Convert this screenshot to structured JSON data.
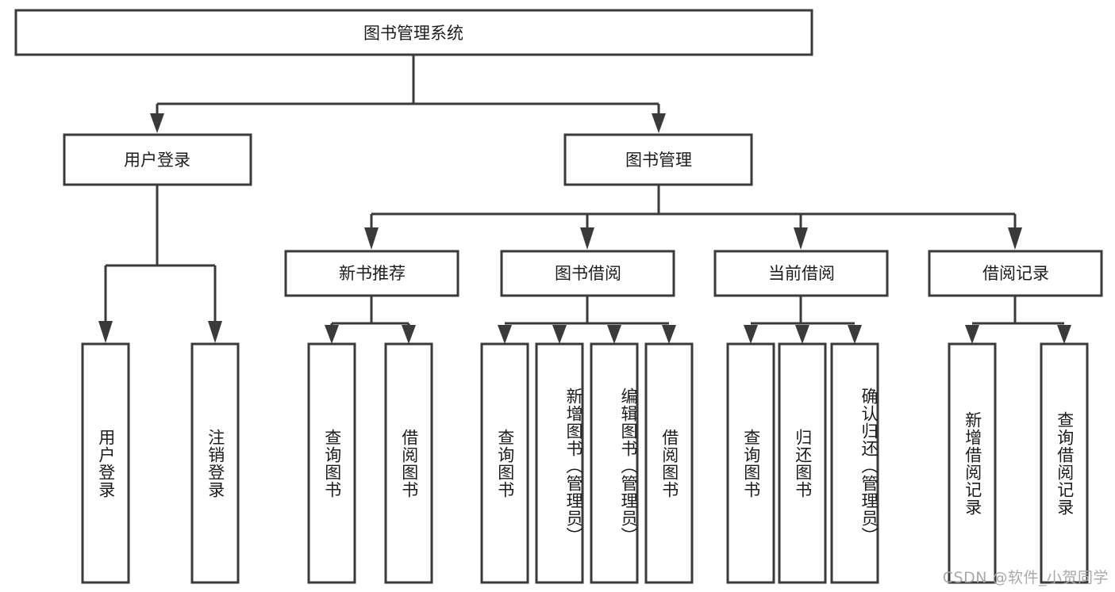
{
  "diagram": {
    "title": "图书管理系统",
    "type": "hierarchy-tree",
    "colors": {
      "stroke": "#3a3a3a",
      "box_fill": "#ffffff",
      "text": "#1c1c1c",
      "background": "#ffffff",
      "watermark": "#a9a9a9"
    },
    "root": {
      "label": "图书管理系统",
      "orientation": "horizontal"
    },
    "level2": [
      {
        "id": "user-login",
        "label": "用户登录",
        "orientation": "horizontal"
      },
      {
        "id": "book-manage",
        "label": "图书管理",
        "orientation": "horizontal"
      }
    ],
    "level3": [
      {
        "id": "new-book-recommend",
        "label": "新书推荐",
        "orientation": "horizontal",
        "parent": "book-manage"
      },
      {
        "id": "book-borrow",
        "label": "图书借阅",
        "orientation": "horizontal",
        "parent": "book-manage"
      },
      {
        "id": "current-borrow",
        "label": "当前借阅",
        "orientation": "horizontal",
        "parent": "book-manage"
      },
      {
        "id": "borrow-record",
        "label": "借阅记录",
        "orientation": "horizontal",
        "parent": "book-manage"
      }
    ],
    "leaves": {
      "user-login": [
        {
          "id": "leaf-user-login",
          "label": "用户登录",
          "orientation": "vertical"
        },
        {
          "id": "leaf-logout",
          "label": "注销登录",
          "orientation": "vertical"
        }
      ],
      "new-book-recommend": [
        {
          "id": "leaf-query-book-1",
          "label": "查询图书",
          "orientation": "vertical"
        },
        {
          "id": "leaf-borrow-book-1",
          "label": "借阅图书",
          "orientation": "vertical"
        }
      ],
      "book-borrow": [
        {
          "id": "leaf-query-book-2",
          "label": "查询图书",
          "orientation": "vertical"
        },
        {
          "id": "leaf-add-book",
          "label": "新增图书（管理员）",
          "orientation": "vertical"
        },
        {
          "id": "leaf-edit-book",
          "label": "编辑图书（管理员）",
          "orientation": "vertical"
        },
        {
          "id": "leaf-borrow-book-2",
          "label": "借阅图书",
          "orientation": "vertical"
        }
      ],
      "current-borrow": [
        {
          "id": "leaf-query-book-3",
          "label": "查询图书",
          "orientation": "vertical"
        },
        {
          "id": "leaf-return-book",
          "label": "归还图书",
          "orientation": "vertical"
        },
        {
          "id": "leaf-confirm-return",
          "label": "确认归还（管理员）",
          "orientation": "vertical"
        }
      ],
      "borrow-record": [
        {
          "id": "leaf-add-record",
          "label": "新增借阅记录",
          "orientation": "vertical"
        },
        {
          "id": "leaf-query-record",
          "label": "查询借阅记录",
          "orientation": "vertical"
        }
      ]
    }
  },
  "watermark": {
    "text": "CSDN @软件_小贺同学"
  }
}
